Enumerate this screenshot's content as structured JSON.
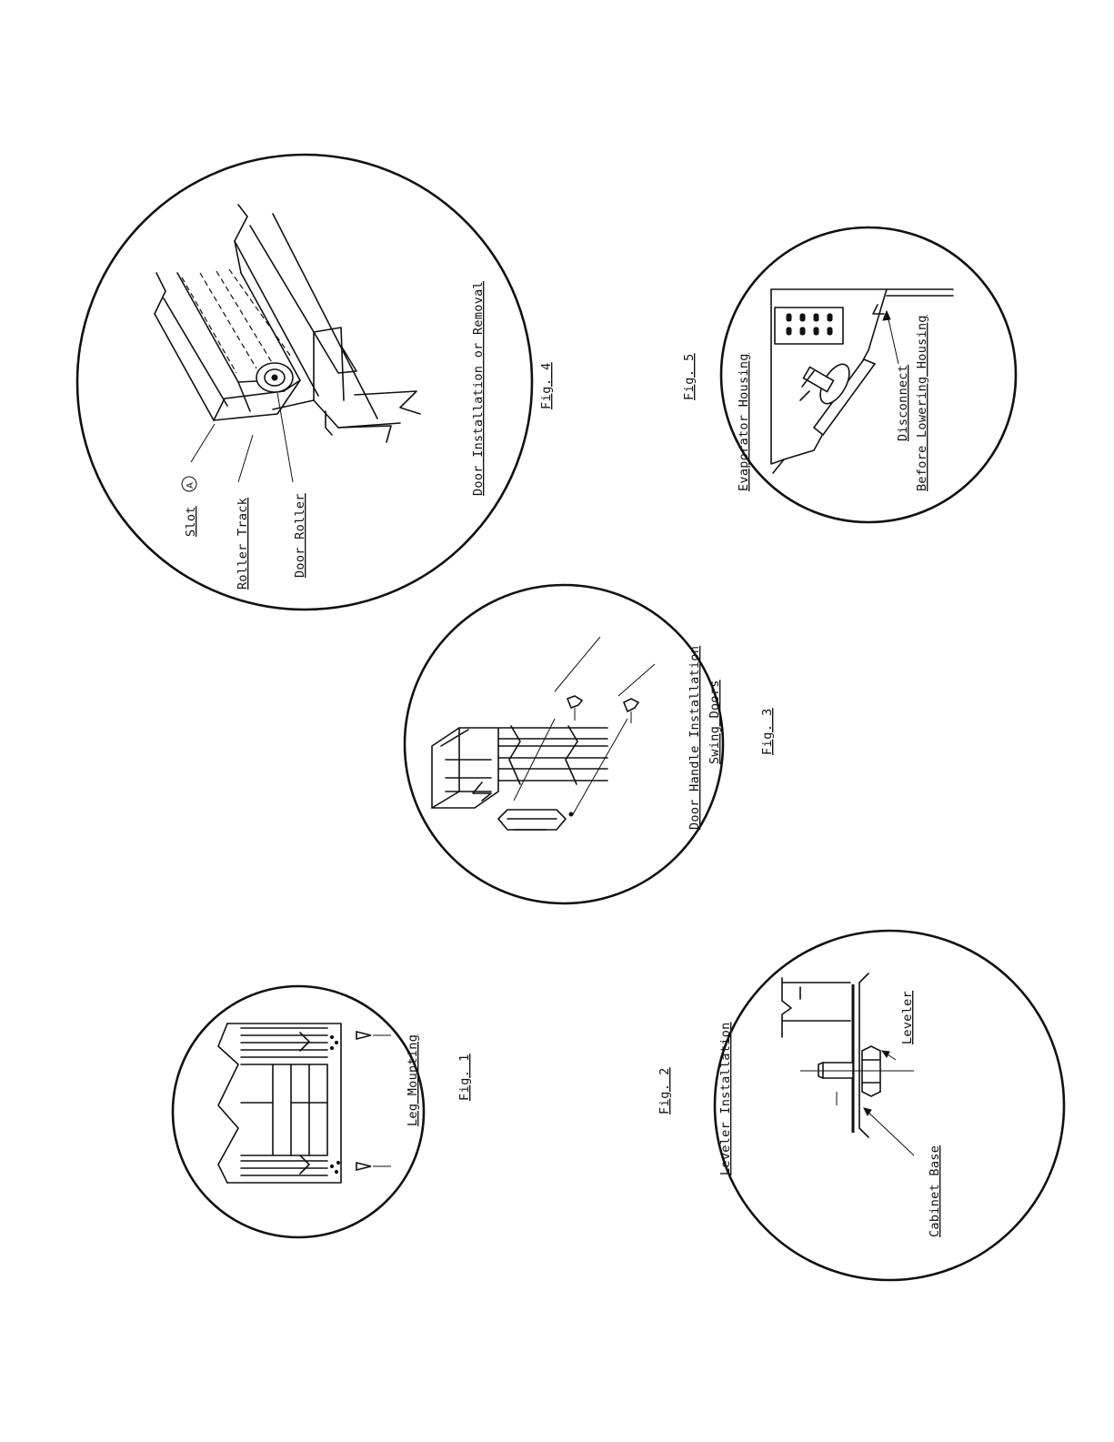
{
  "figures": {
    "fig1": {
      "fig_label": "Fig. 1",
      "title": "Leg Mounting"
    },
    "fig2": {
      "fig_label": "Fig. 2",
      "title": "Leveler Installation",
      "callouts": [
        "Leveler",
        "Cabinet Base"
      ]
    },
    "fig3": {
      "fig_label": "Fig. 3",
      "title_line1": "Door Handle Installation",
      "title_line2": "Swing Doors"
    },
    "fig4": {
      "fig_label": "Fig. 4",
      "title": "Door Installation or Removal",
      "callouts": [
        "Slot",
        "Roller Track",
        "Door Roller"
      ],
      "slot_marker": "A"
    },
    "fig5": {
      "fig_label": "Fig. 5",
      "title": "Evaporator Housing",
      "callout_line1": "Disconnect",
      "callout_line2": "Before Lowering Housing"
    }
  }
}
